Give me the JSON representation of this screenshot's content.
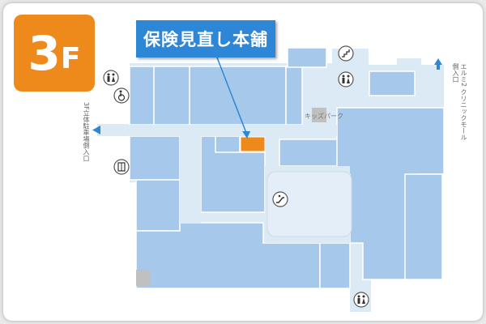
{
  "floor": {
    "number": "3",
    "letter": "F"
  },
  "callout": {
    "title": "保険見直し本舗"
  },
  "labels": {
    "left_exit": "3F立体駐車場側入口",
    "right_exit": "エルミ2 クリニックモール側入口",
    "kids_park": "キッズパーク"
  },
  "facility_icons": [
    {
      "name": "restroom-icon-left"
    },
    {
      "name": "wheelchair-icon"
    },
    {
      "name": "elevator-icon-left"
    },
    {
      "name": "stairs-icon"
    },
    {
      "name": "restroom-icon-right"
    },
    {
      "name": "escalator-icon"
    },
    {
      "name": "restroom-icon-bottom"
    }
  ],
  "colors": {
    "corridor": "#dceaf6",
    "store": "#a6c8ea",
    "store_edge": "#ffffff",
    "highlight": "#ee8a1c",
    "accent": "#2e87d6",
    "service": "#c0c0c0"
  }
}
